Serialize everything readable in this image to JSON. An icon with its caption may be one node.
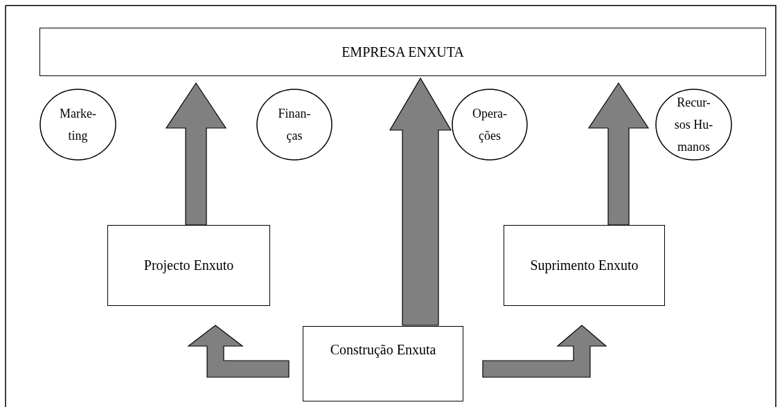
{
  "diagram": {
    "nodes": [
      {
        "text": [
          "EMPRESA ENXUTA"
        ]
      },
      {
        "text": [
          "Marke- ting"
        ]
      },
      {
        "text": [
          "Finan- ças"
        ]
      },
      {
        "text": [
          "Opera- ções"
        ]
      },
      {
        "text": [
          "Recur- sos Hu- manos"
        ]
      },
      {
        "text": [
          "Projecto Enxuto"
        ]
      },
      {
        "text": [
          "Suprimento Enxuto"
        ]
      },
      {
        "text": [
          "Construção Enxuta"
        ]
      }
    ],
    "edges": [
      {
        "from": 5,
        "to": 0,
        "arrow": "to"
      },
      {
        "from": 7,
        "to": 0,
        "arrow": "to"
      },
      {
        "from": 6,
        "to": 0,
        "arrow": "to"
      },
      {
        "from": 7,
        "to": 5,
        "arrow": "to"
      },
      {
        "from": 7,
        "to": 6,
        "arrow": "to"
      }
    ]
  }
}
